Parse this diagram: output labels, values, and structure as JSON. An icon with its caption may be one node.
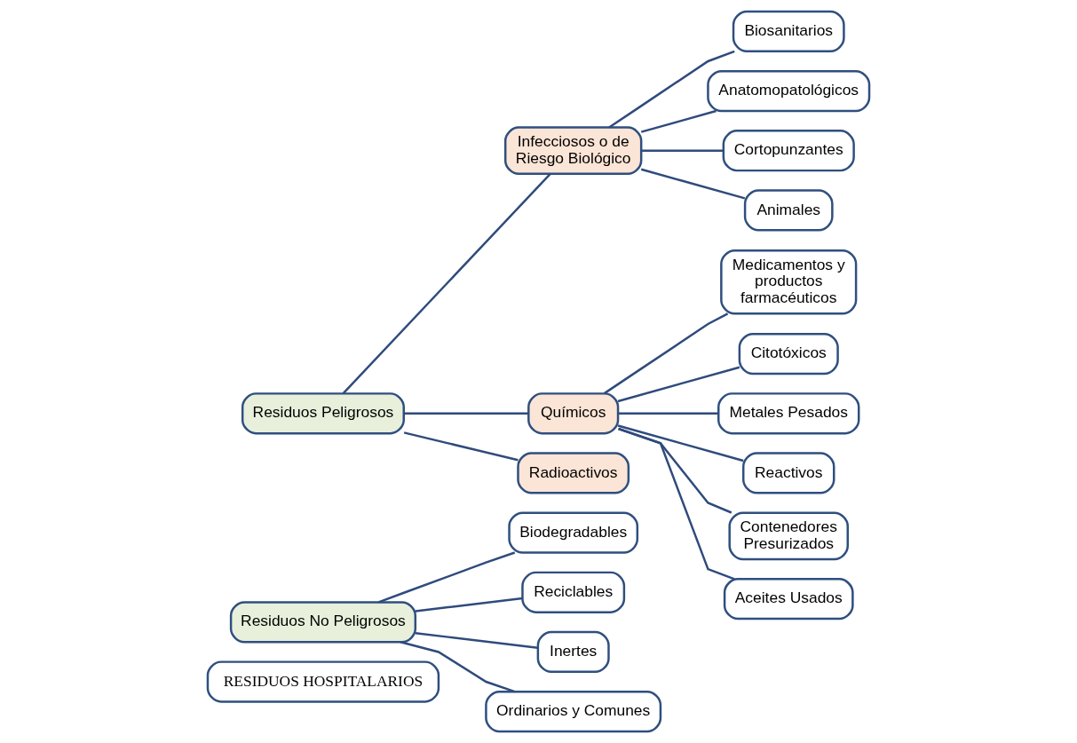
{
  "diagram": {
    "nodes": [
      {
        "text": [
          "RESIDUOS HOSPITALARIOS"
        ]
      },
      {
        "text": [
          "Residuos No Peligrosos"
        ]
      },
      {
        "text": [
          "Biodegradables"
        ]
      },
      {
        "text": [
          "Reciclables"
        ]
      },
      {
        "text": [
          "Inertes"
        ]
      },
      {
        "text": [
          "Ordinarios y Comunes"
        ]
      },
      {
        "text": [
          "Residuos Peligrosos"
        ]
      },
      {
        "text": [
          "Infecciosos o de Riesgo Biológico"
        ]
      },
      {
        "text": [
          "Biosanitarios"
        ]
      },
      {
        "text": [
          "Anatomopatológicos"
        ]
      },
      {
        "text": [
          "Cortopunzantes"
        ]
      },
      {
        "text": [
          "Animales"
        ]
      },
      {
        "text": [
          "Químicos"
        ]
      },
      {
        "text": [
          "Medicamentos y productos farmacéuticos"
        ]
      },
      {
        "text": [
          "Citotóxicos"
        ]
      },
      {
        "text": [
          "Metales Pesados"
        ]
      },
      {
        "text": [
          "Reactivos"
        ]
      },
      {
        "text": [
          "Contenedores Presurizados"
        ]
      },
      {
        "text": [
          "Aceites Usados"
        ]
      },
      {
        "text": [
          "Radioactivos"
        ]
      }
    ],
    "edges": [
      {
        "from": 1,
        "to": 2,
        "arrow": "none"
      },
      {
        "from": 1,
        "to": 3,
        "arrow": "none"
      },
      {
        "from": 1,
        "to": 4,
        "arrow": "none"
      },
      {
        "from": 1,
        "to": 5,
        "arrow": "none"
      },
      {
        "from": 6,
        "to": 7,
        "arrow": "none"
      },
      {
        "from": 6,
        "to": 12,
        "arrow": "none"
      },
      {
        "from": 6,
        "to": 19,
        "arrow": "none"
      },
      {
        "from": 7,
        "to": 8,
        "arrow": "none"
      },
      {
        "from": 7,
        "to": 9,
        "arrow": "none"
      },
      {
        "from": 7,
        "to": 10,
        "arrow": "none"
      },
      {
        "from": 7,
        "to": 11,
        "arrow": "none"
      },
      {
        "from": 12,
        "to": 13,
        "arrow": "none"
      },
      {
        "from": 12,
        "to": 14,
        "arrow": "none"
      },
      {
        "from": 12,
        "to": 15,
        "arrow": "none"
      },
      {
        "from": 12,
        "to": 16,
        "arrow": "none"
      },
      {
        "from": 12,
        "to": 17,
        "arrow": "none"
      },
      {
        "from": 12,
        "to": 18,
        "arrow": "none"
      }
    ]
  }
}
